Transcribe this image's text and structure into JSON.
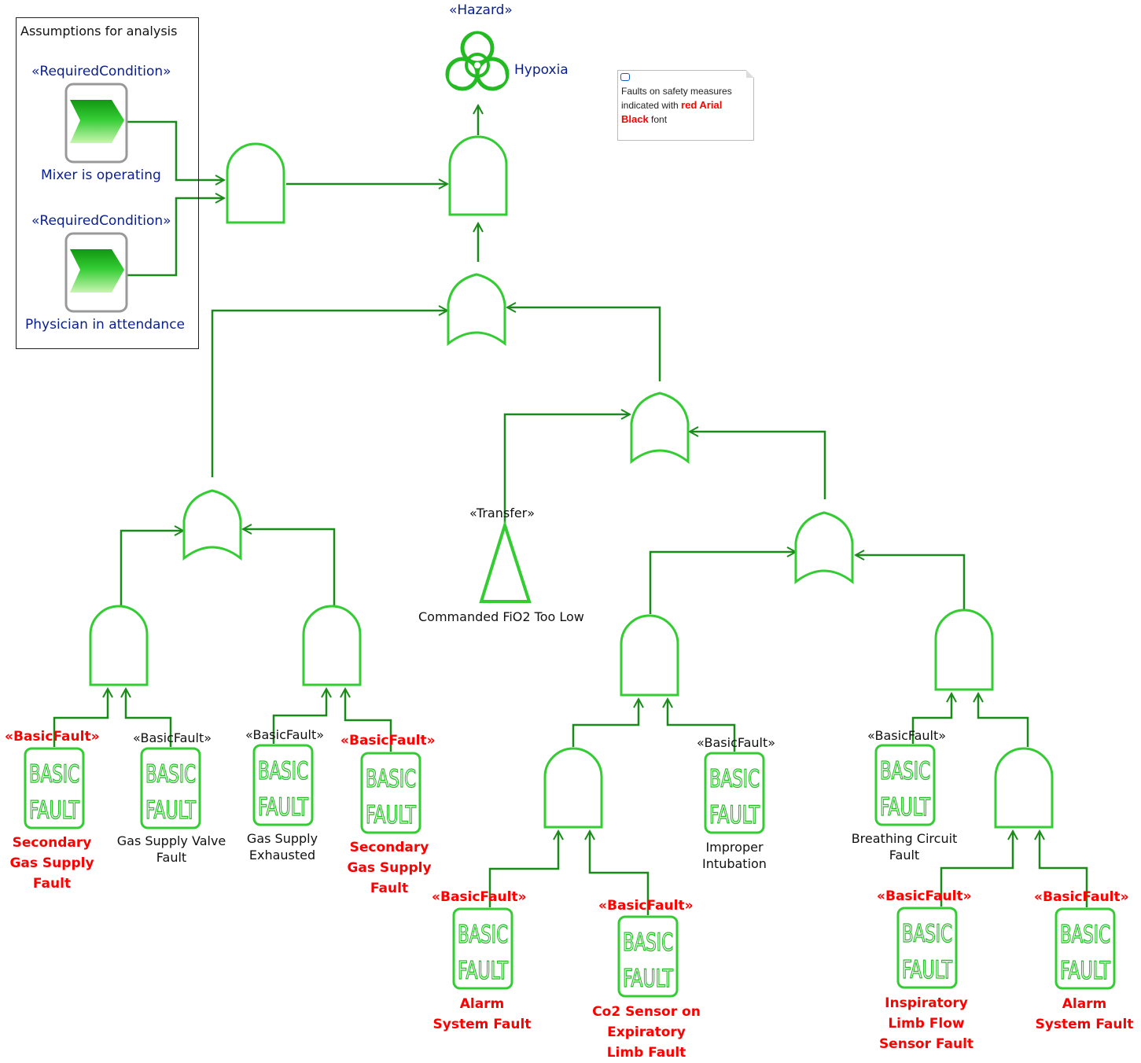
{
  "assumptions": {
    "title": "Assumptions for analysis",
    "conditions": [
      {
        "stereotype": "«RequiredCondition»",
        "label": "Mixer is operating"
      },
      {
        "stereotype": "«RequiredCondition»",
        "label": "Physician in attendance"
      }
    ]
  },
  "hazard": {
    "stereotype": "«Hazard»",
    "label": "Hypoxia",
    "icon": "biohazard-icon"
  },
  "note": {
    "line1": "Faults on safety measures",
    "line2_pre": "indicated with ",
    "line2_red": "red Arial",
    "line3_red": "Black",
    "line3_post": " font"
  },
  "transfer": {
    "stereotype": "«Transfer»",
    "label": "Commanded FiO2 Too Low"
  },
  "basic_fault_icon_text": [
    "BASIC",
    "FAULT"
  ],
  "faults": [
    {
      "stereotype": "«BasicFault»",
      "label": "Secondary\nGas Supply\nFault",
      "safety_measure": true
    },
    {
      "stereotype": "«BasicFault»",
      "label": "Gas Supply Valve\nFault",
      "safety_measure": false
    },
    {
      "stereotype": "«BasicFault»",
      "label": "Gas Supply\nExhausted",
      "safety_measure": false
    },
    {
      "stereotype": "«BasicFault»",
      "label": "Secondary\nGas Supply\nFault",
      "safety_measure": true
    },
    {
      "stereotype": "«BasicFault»",
      "label": "Alarm\nSystem Fault",
      "safety_measure": true
    },
    {
      "stereotype": "«BasicFault»",
      "label": "Co2 Sensor on\nExpiratory\nLimb Fault",
      "safety_measure": true
    },
    {
      "stereotype": "«BasicFault»",
      "label": "Improper\nIntubation",
      "safety_measure": false
    },
    {
      "stereotype": "«BasicFault»",
      "label": "Breathing Circuit\nFault",
      "safety_measure": false
    },
    {
      "stereotype": "«BasicFault»",
      "label": "Inspiratory\nLimb Flow\nSensor Fault",
      "safety_measure": true
    },
    {
      "stereotype": "«BasicFault»",
      "label": "Alarm\nSystem Fault",
      "safety_measure": true
    }
  ],
  "colors": {
    "gate_stroke": "#33cc33",
    "connector": "#1a8a1a",
    "safety_text": "#ff0000",
    "stereotype_blue": "#0a1f8f"
  }
}
